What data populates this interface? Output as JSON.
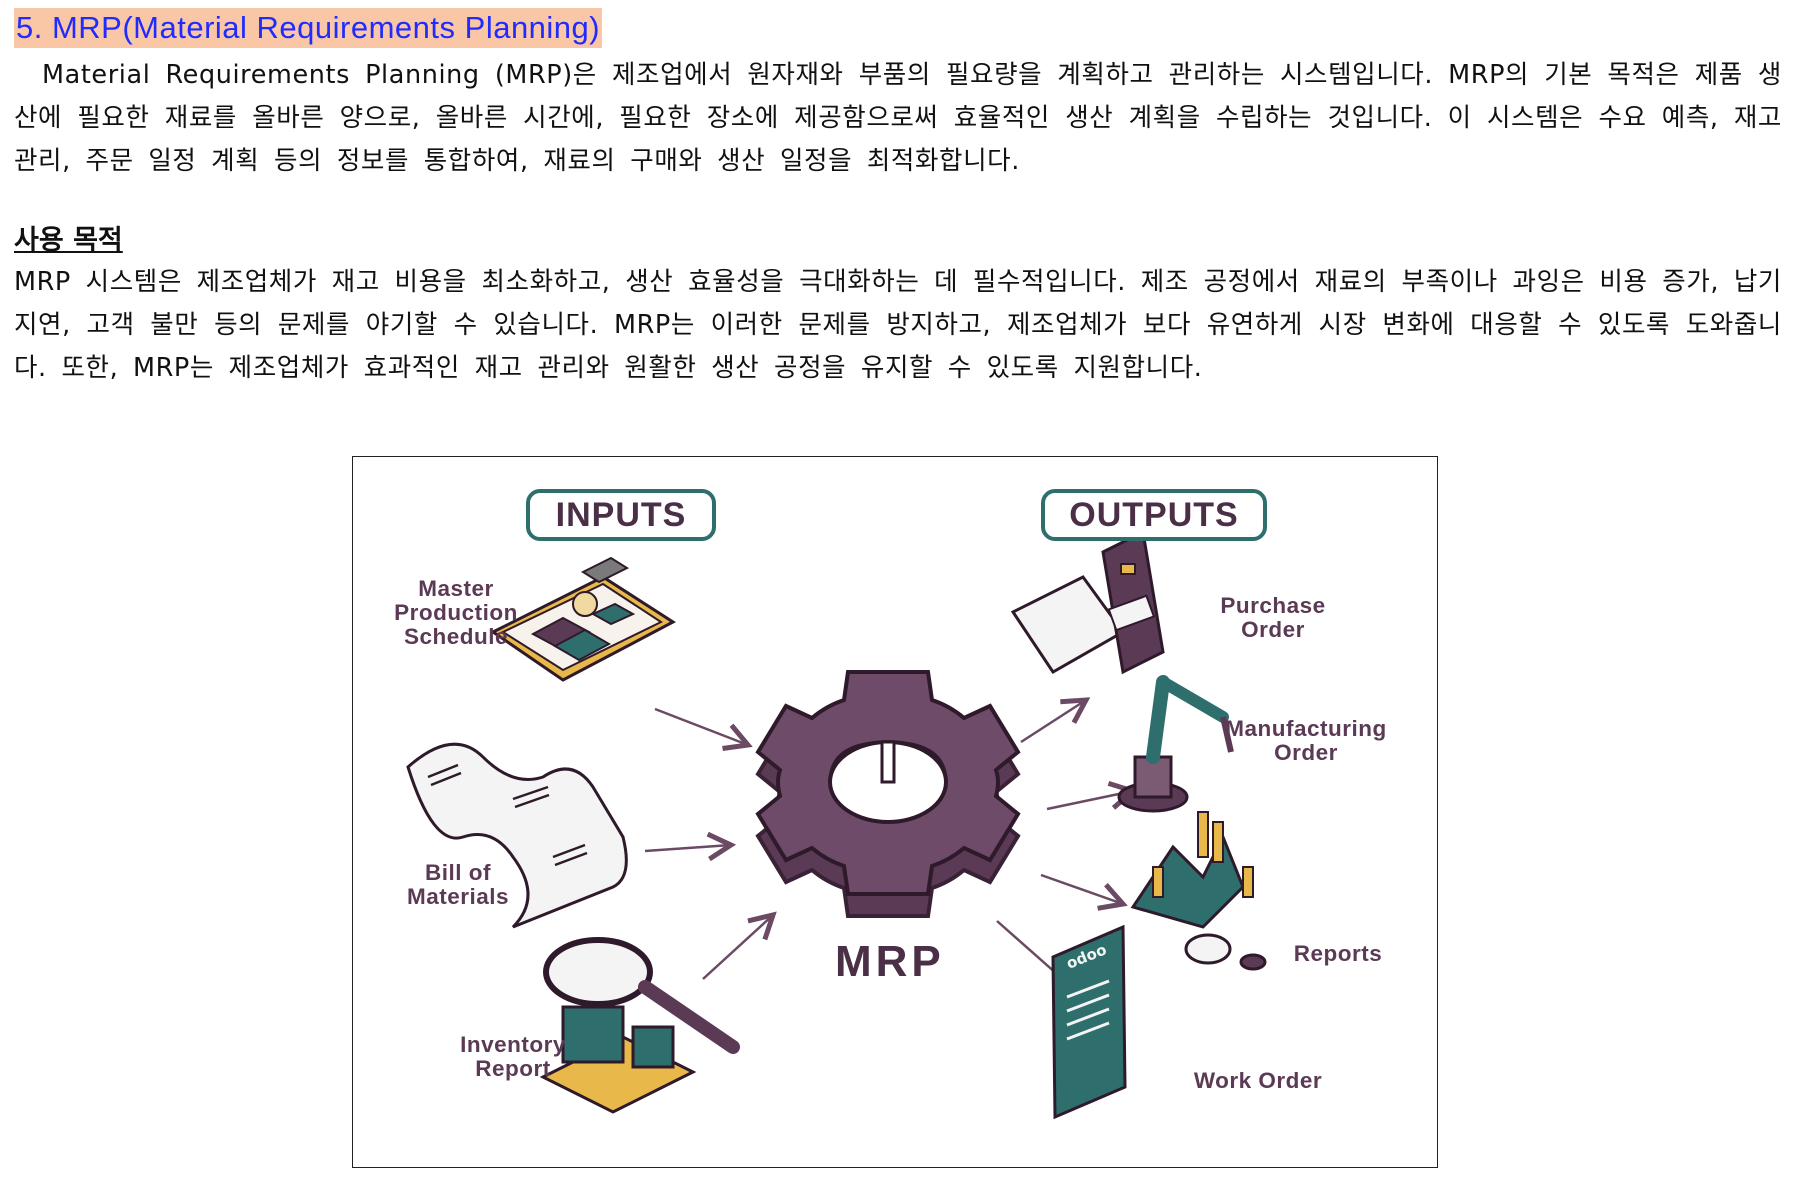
{
  "section": {
    "title": "5. MRP(Material Requirements Planning)",
    "paragraph": "Material Requirements Planning (MRP)은 제조업에서 원자재와 부품의 필요량을 계획하고 관리하는 시스템입니다. MRP의 기본 목적은 제품 생산에 필요한 재료를 올바른 양으로, 올바른 시간에, 필요한 장소에 제공함으로써 효율적인 생산 계획을 수립하는 것입니다. 이 시스템은 수요 예측, 재고 관리, 주문 일정 계획 등의 정보를 통합하여, 재료의 구매와 생산 일정을 최적화합니다."
  },
  "purpose": {
    "heading": "사용 목적",
    "paragraph": "MRP 시스템은 제조업체가 재고 비용을 최소화하고, 생산 효율성을 극대화하는 데 필수적입니다. 제조 공정에서 재료의 부족이나 과잉은 비용 증가, 납기 지연, 고객 불만 등의 문제를 야기할 수 있습니다. MRP는 이러한 문제를 방지하고, 제조업체가 보다 유연하게 시장 변화에 대응할 수 있도록 도와줍니다. 또한, MRP는 제조업체가 효과적인 재고 관리와 원활한 생산 공정을 유지할 수 있도록 지원합니다."
  },
  "diagram": {
    "inputs_title": "INPUTS",
    "outputs_title": "OUTPUTS",
    "center_label": "MRP",
    "inputs": [
      "Master\nProduction\nSchedule",
      "Bill of\nMaterials",
      "Inventory\nReport"
    ],
    "outputs": [
      "Purchase\nOrder",
      "Manufacturing\nOrder",
      "Reports",
      "Work Order"
    ],
    "tablet_brand": "odoo",
    "colors": {
      "plum": "#5b3a55",
      "teal": "#2e6f6e",
      "mustard": "#e8b84a",
      "arrow": "#6b4a64"
    }
  }
}
